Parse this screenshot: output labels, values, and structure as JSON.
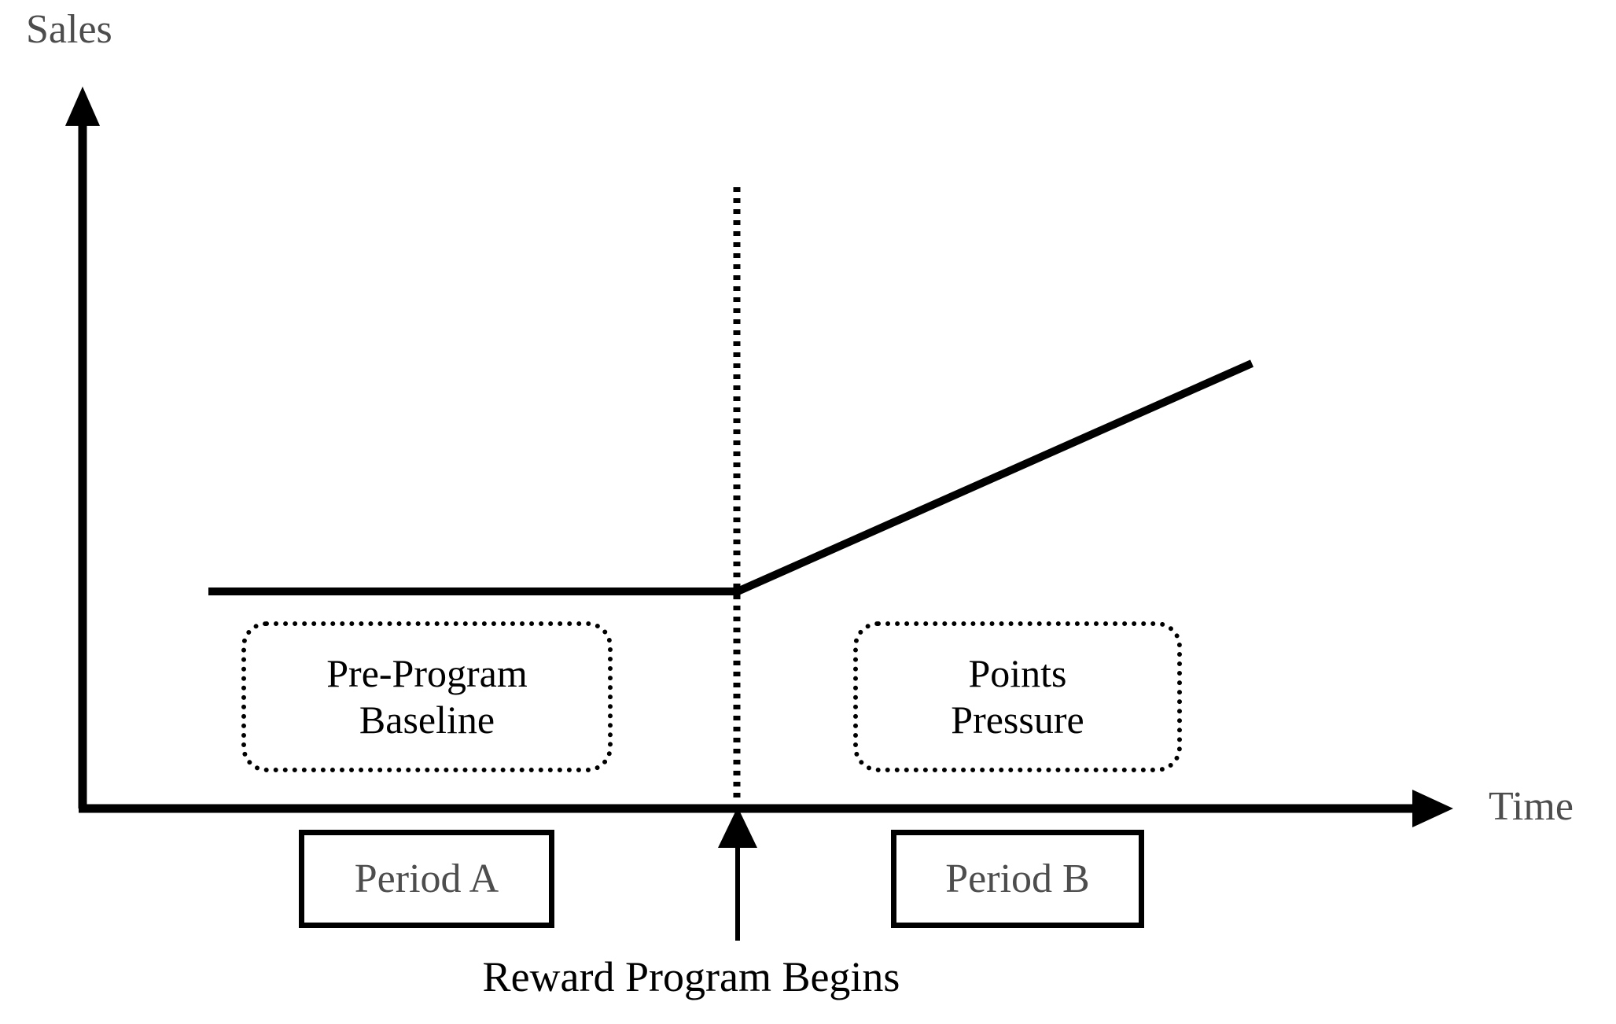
{
  "figure": {
    "type": "annotated-line-diagram",
    "background_color": "#ffffff"
  },
  "axes": {
    "y_axis": {
      "label": "Sales",
      "label_color": "#4d4d4d",
      "arrow": "up-arrow-icon"
    },
    "x_axis": {
      "label": "Time",
      "label_color": "#4d4d4d",
      "arrow": "right-arrow-icon"
    }
  },
  "callouts": [
    {
      "name": "pre-program-baseline",
      "line1": "Pre-Program",
      "line2": "Baseline",
      "border_style": "dotted",
      "text_color": "#000000"
    },
    {
      "name": "points-pressure",
      "line1": "Points",
      "line2": "Pressure",
      "border_style": "dotted",
      "text_color": "#000000"
    }
  ],
  "period_boxes": [
    {
      "name": "period-a",
      "label": "Period A",
      "border_style": "solid",
      "text_color": "#4d4d4d"
    },
    {
      "name": "period-b",
      "label": "Period B",
      "border_style": "solid",
      "text_color": "#4d4d4d"
    }
  ],
  "event": {
    "caption": "Reward Program Begins",
    "marker": "vertical-dotted-line",
    "pointer": "up-arrow-icon",
    "caption_color": "#000000"
  },
  "chart_data": {
    "type": "line",
    "title": "",
    "xlabel": "Time",
    "ylabel": "Sales",
    "grid": false,
    "legend": "none",
    "annotations": [
      "Pre-Program Baseline",
      "Points Pressure",
      "Period A",
      "Period B",
      "Reward Program Begins"
    ],
    "series": [
      {
        "name": "Sales over time",
        "points": [
          {
            "x": 0.12,
            "y": 0.32,
            "segment": "baseline"
          },
          {
            "x": 0.5,
            "y": 0.32,
            "segment": "baseline"
          },
          {
            "x": 0.88,
            "y": 0.62,
            "segment": "post-program-growth"
          }
        ],
        "color": "#000000"
      }
    ],
    "event_marker": {
      "x": 0.5,
      "label": "Reward Program Begins"
    },
    "period_spans": [
      {
        "label": "Period A",
        "x_from": 0.17,
        "x_to": 0.39
      },
      {
        "label": "Period B",
        "x_from": 0.6,
        "x_to": 0.78
      }
    ],
    "xlim": [
      0,
      1
    ],
    "ylim": [
      0,
      1
    ]
  },
  "colors": {
    "ink": "#000000",
    "muted_ink": "#4d4d4d",
    "paper": "#ffffff"
  }
}
